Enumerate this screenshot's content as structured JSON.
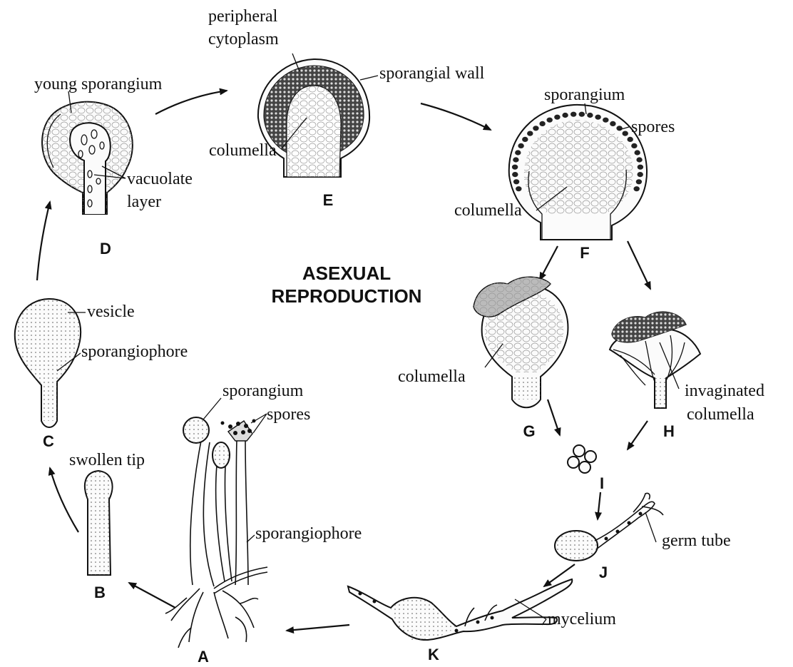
{
  "title": {
    "line1": "ASEXUAL",
    "line2": "REPRODUCTION"
  },
  "stages": {
    "A": "A",
    "B": "B",
    "C": "C",
    "D": "D",
    "E": "E",
    "F": "F",
    "G": "G",
    "H": "H",
    "I": "I",
    "J": "J",
    "K": "K"
  },
  "labels": {
    "young_sporangium": "young sporangium",
    "vacuolate_layer_1": "vacuolate",
    "vacuolate_layer_2": "layer",
    "peripheral_1": "peripheral",
    "peripheral_2": "cytoplasm",
    "sporangial_wall": "sporangial wall",
    "columella_E": "columella",
    "sporangium_F": "sporangium",
    "spores_F": "spores",
    "columella_F": "columella",
    "vesicle": "vesicle",
    "sporangiophore_C": "sporangiophore",
    "columella_G": "columella",
    "invaginated_1": "invaginated",
    "invaginated_2": "columella",
    "sporangium_A": "sporangium",
    "spores_A": "spores",
    "swollen_tip": "swollen tip",
    "sporangiophore_A": "sporangiophore",
    "germ_tube": "germ tube",
    "mycelium": "mycelium"
  },
  "colors": {
    "ink": "#111111",
    "background": "#ffffff"
  }
}
